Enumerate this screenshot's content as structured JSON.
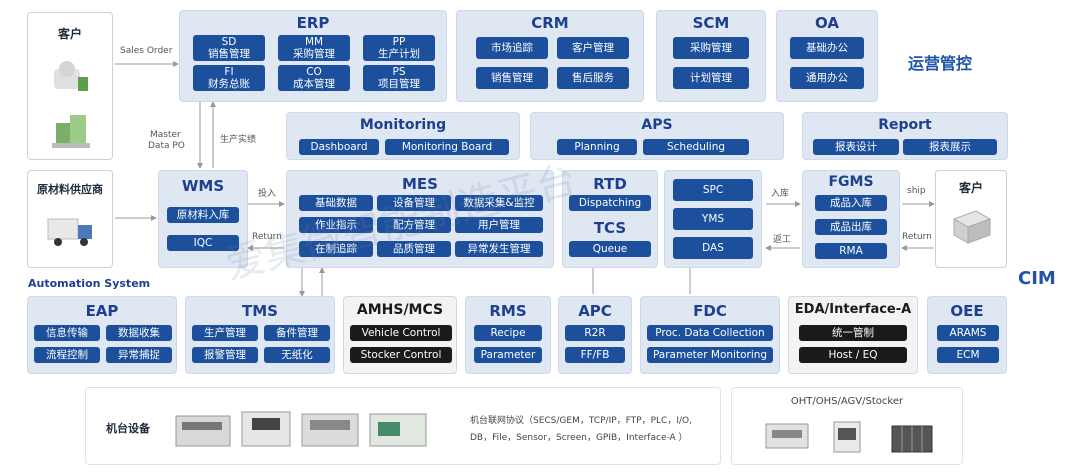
{
  "customer_left": {
    "title": "客户"
  },
  "supplier": {
    "title": "原材料供应商"
  },
  "customer_right": {
    "title": "客户"
  },
  "erp": {
    "title": "ERP",
    "items": [
      {
        "code": "SD",
        "name": "销售管理"
      },
      {
        "code": "MM",
        "name": "采购管理"
      },
      {
        "code": "PP",
        "name": "生产计划"
      },
      {
        "code": "FI",
        "name": "财务总账"
      },
      {
        "code": "CO",
        "name": "成本管理"
      },
      {
        "code": "PS",
        "name": "项目管理"
      }
    ]
  },
  "crm": {
    "title": "CRM",
    "items": [
      "市场追踪",
      "客户管理",
      "销售管理",
      "售后服务"
    ]
  },
  "scm": {
    "title": "SCM",
    "items": [
      "采购管理",
      "计划管理"
    ]
  },
  "oa": {
    "title": "OA",
    "items": [
      "基础办公",
      "通用办公"
    ]
  },
  "ops_label": "运营管控",
  "cim_label": "CIM",
  "automation_label": "Automation  System",
  "monitoring": {
    "title": "Monitoring",
    "items": [
      "Dashboard",
      "Monitoring Board"
    ]
  },
  "aps": {
    "title": "APS",
    "items": [
      "Planning",
      "Scheduling"
    ]
  },
  "report": {
    "title": "Report",
    "items": [
      "报表设计",
      "报表展示"
    ]
  },
  "wms": {
    "title": "WMS",
    "items": [
      "原材料入库",
      "IQC"
    ]
  },
  "mes": {
    "title": "MES",
    "items": [
      "基础数据",
      "设备管理",
      "数据采集&监控",
      "作业指示",
      "配方管理",
      "用户管理",
      "在制追踪",
      "品质管理",
      "异常发生管理"
    ]
  },
  "rtd": {
    "title": "RTD",
    "item": "Dispatching"
  },
  "tcs": {
    "title": "TCS",
    "item": "Queue"
  },
  "spc_group": {
    "items": [
      "SPC",
      "YMS",
      "DAS"
    ]
  },
  "fgms": {
    "title": "FGMS",
    "items": [
      "成品入库",
      "成品出库",
      "RMA"
    ]
  },
  "flow": {
    "sales_order": "Sales Order",
    "master": "Master",
    "data_po": "Data PO",
    "prod_actual": "生产实绩",
    "input": "投入",
    "return_left": "Return",
    "inbound": "入库",
    "rework": "返工",
    "ship": "ship",
    "return_right": "Return"
  },
  "eap": {
    "title": "EAP",
    "items": [
      "信息传输",
      "数据收集",
      "流程控制",
      "异常捕捉"
    ]
  },
  "tms": {
    "title": "TMS",
    "items": [
      "生产管理",
      "备件管理",
      "报警管理",
      "无纸化"
    ]
  },
  "amhs": {
    "title": "AMHS/MCS",
    "items": [
      "Vehicle Control",
      "Stocker Control"
    ]
  },
  "rms": {
    "title": "RMS",
    "items": [
      "Recipe",
      "Parameter"
    ]
  },
  "apc": {
    "title": "APC",
    "items": [
      "R2R",
      "FF/FB"
    ]
  },
  "fdc": {
    "title": "FDC",
    "items": [
      "Proc. Data  Collection",
      "Parameter  Monitoring"
    ]
  },
  "eda": {
    "title": "EDA/Interface-A",
    "items": [
      "统一管制",
      "Host / EQ"
    ]
  },
  "oee": {
    "title": "OEE",
    "items": [
      "ARAMS",
      "ECM"
    ]
  },
  "equipment": {
    "title": "机台设备",
    "protocol_line1": "机台联网协议（SECS/GEM，TCP/IP，FTP，PLC，I/O,",
    "protocol_line2": "DB，File，Sensor，Screen，GPIB，Interface-A ）"
  },
  "transport": {
    "title": "OHT/OHS/AGV/Stocker"
  },
  "watermark": "爱集微智能制造平台",
  "colors": {
    "panel": "#dfe7f3",
    "chip": "#1c4f9c",
    "title": "#1f3f8f",
    "dark_chip": "#1a1a1a"
  }
}
